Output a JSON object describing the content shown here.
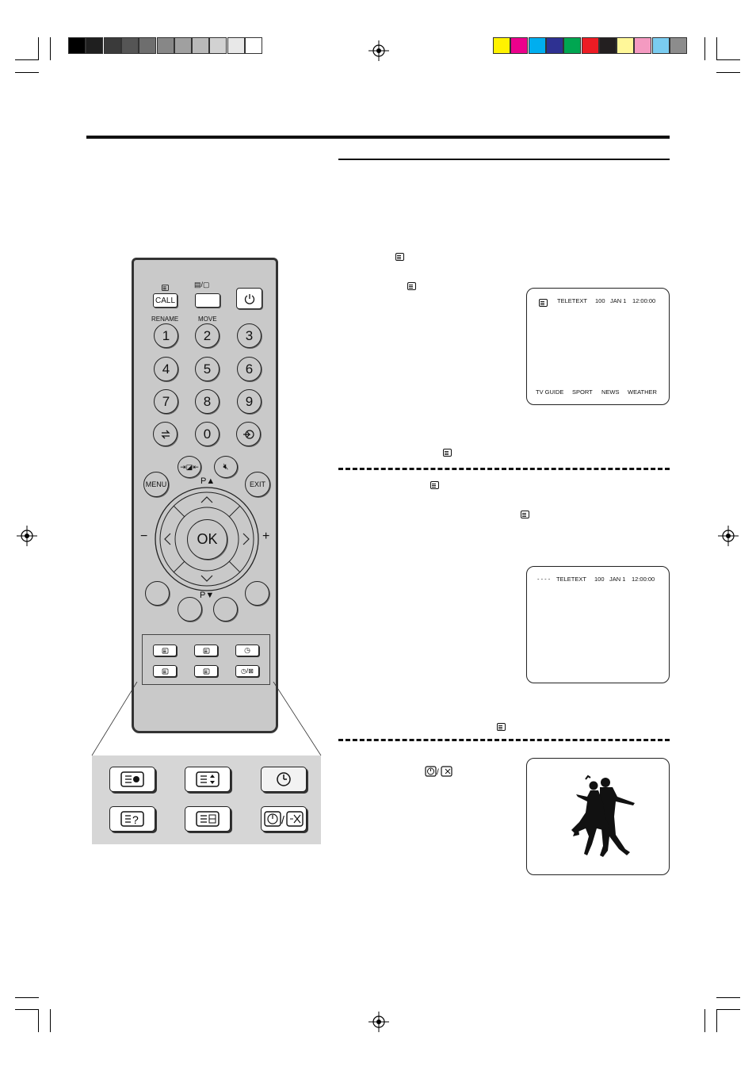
{
  "colors": {
    "grayscale": [
      "#000000",
      "#1f1f1f",
      "#3a3a3a",
      "#555555",
      "#6e6e6e",
      "#878787",
      "#a0a0a0",
      "#b9b9b9",
      "#d2d2d2",
      "#e8e8e8",
      "#ffffff"
    ],
    "process": [
      "#fff200",
      "#ec008c",
      "#00aeef",
      "#2e3192",
      "#00a651",
      "#ed1c24",
      "#231f20",
      "#fff799",
      "#f49ac1",
      "#7accf0",
      "#8c8c8c"
    ]
  },
  "remote": {
    "call_label": "CALL",
    "rename_label": "RENAME",
    "move_label": "MOVE",
    "digits": [
      "1",
      "2",
      "3",
      "4",
      "5",
      "6",
      "7",
      "8",
      "9",
      "0"
    ],
    "menu_label": "MENU",
    "exit_label": "EXIT",
    "ok_label": "OK",
    "p_up_label": "P▲",
    "p_down_label": "P▼",
    "vol_minus": "−",
    "vol_plus": "+"
  },
  "screen1": {
    "header": [
      "TELETEXT",
      "100",
      "JAN 1",
      "12:00:00"
    ],
    "footer": [
      "TV GUIDE",
      "SPORT",
      "NEWS",
      "WEATHER"
    ]
  },
  "screen2": {
    "dashes": "- - - -",
    "header": [
      "TELETEXT",
      "100",
      "JAN 1",
      "12:00:00"
    ]
  },
  "icons": [
    "teletext-icon",
    "hold-icon",
    "index-icon",
    "clock-icon",
    "cancel-icon",
    "reveal-icon",
    "size-icon",
    "subpage-icon"
  ]
}
